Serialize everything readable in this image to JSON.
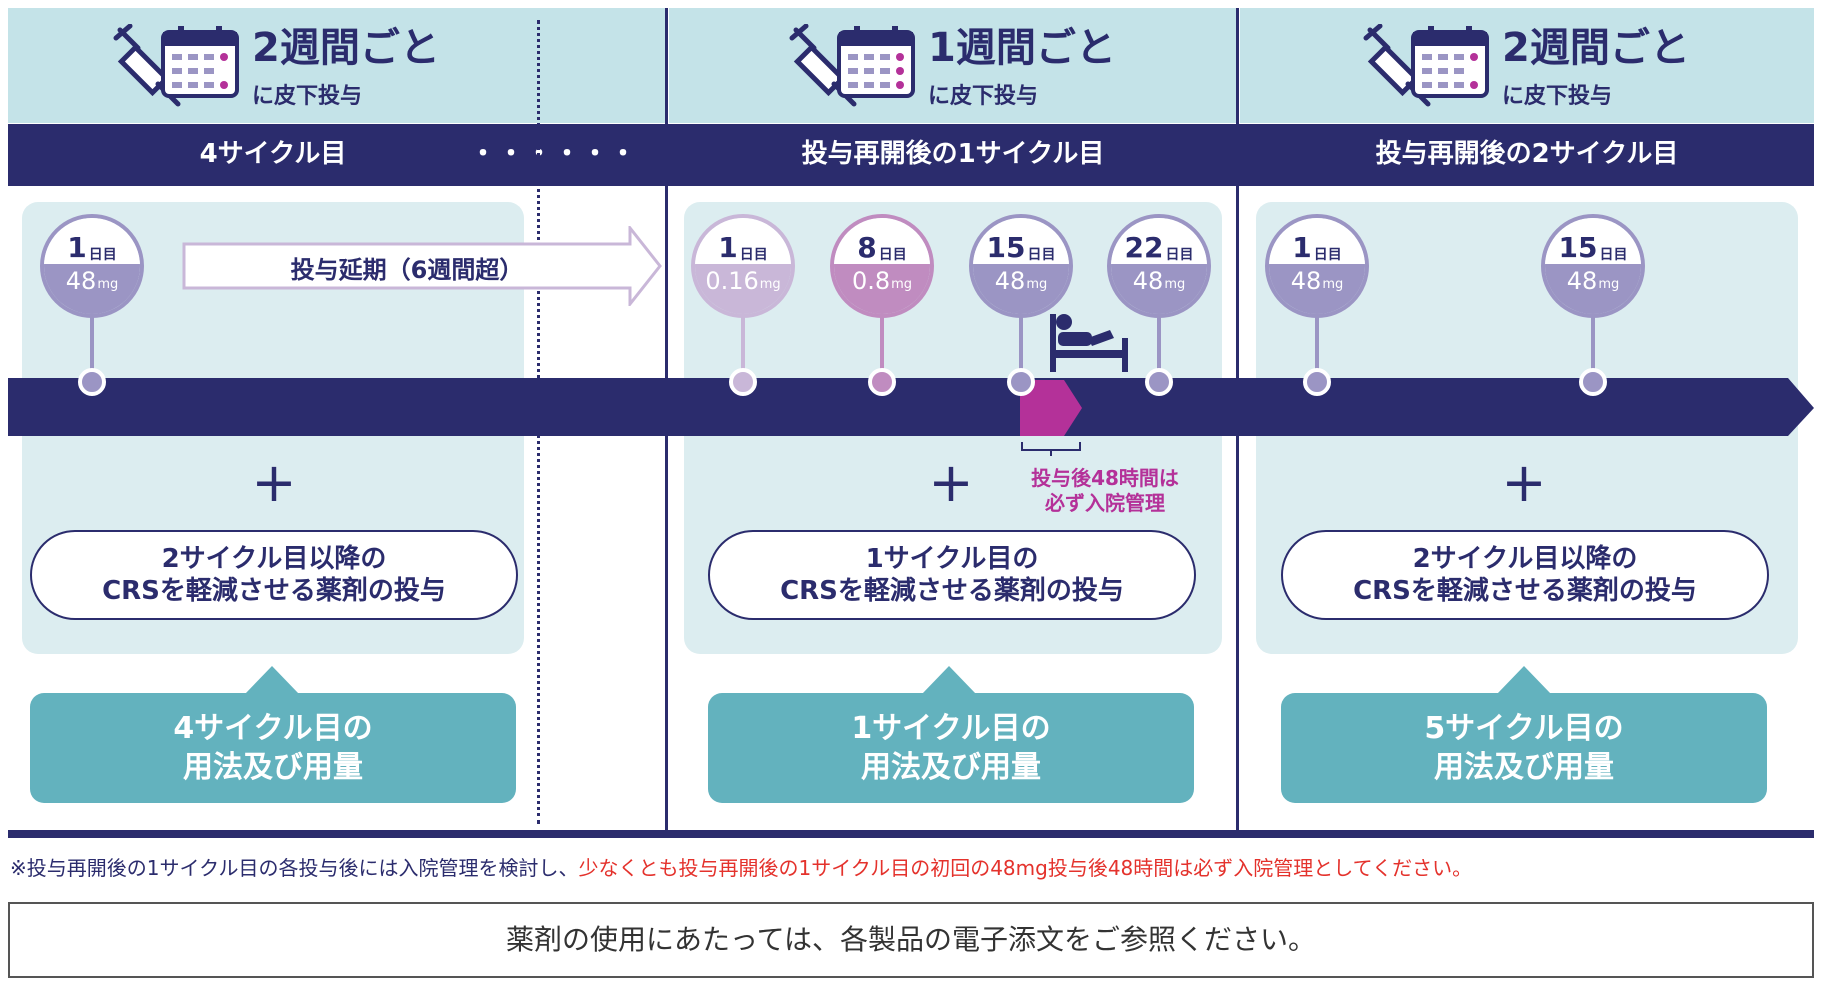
{
  "colors": {
    "navy": "#2b2c6d",
    "light_dose": "#c9b7d8",
    "mid_dose": "#c08cc0",
    "std_dose": "#9b95c4",
    "magenta": "#b43199",
    "teal": "#63b2be",
    "red": "#e4322c"
  },
  "headers": [
    {
      "title": "2週間ごと",
      "sub": "に皮下投与"
    },
    {
      "title": "1週間ごと",
      "sub": "に皮下投与"
    },
    {
      "title": "2週間ごと",
      "sub": "に皮下投与"
    }
  ],
  "bars": {
    "cycle4": "4サイクル目",
    "dots": "・・・・・・",
    "resume1": "投与再開後の1サイクル目",
    "resume2": "投与再開後の2サイクル目"
  },
  "delay_arrow": "投与延期（6週間超）",
  "doses": [
    {
      "day": "1",
      "unit": "日目",
      "amount": "48",
      "mg": "mg"
    },
    {
      "day": "1",
      "unit": "日目",
      "amount": "0.16",
      "mg": "mg"
    },
    {
      "day": "8",
      "unit": "日目",
      "amount": "0.8",
      "mg": "mg"
    },
    {
      "day": "15",
      "unit": "日目",
      "amount": "48",
      "mg": "mg"
    },
    {
      "day": "22",
      "unit": "日目",
      "amount": "48",
      "mg": "mg"
    },
    {
      "day": "1",
      "unit": "日目",
      "amount": "48",
      "mg": "mg"
    },
    {
      "day": "15",
      "unit": "日目",
      "amount": "48",
      "mg": "mg"
    }
  ],
  "hospital_note": {
    "line1": "投与後48時間は",
    "line2": "必ず入院管理"
  },
  "plus": "+",
  "pills": [
    {
      "line1": "2サイクル目以降の",
      "line2": "CRSを軽減させる薬剤の投与"
    },
    {
      "line1": "1サイクル目の",
      "line2": "CRSを軽減させる薬剤の投与"
    },
    {
      "line1": "2サイクル目以降の",
      "line2": "CRSを軽減させる薬剤の投与"
    }
  ],
  "teal_boxes": [
    {
      "line1": "4サイクル目の",
      "line2": "用法及び用量"
    },
    {
      "line1": "1サイクル目の",
      "line2": "用法及び用量"
    },
    {
      "line1": "5サイクル目の",
      "line2": "用法及び用量"
    }
  ],
  "footnote": {
    "black": "※投与再開後の1サイクル目の各投与後には入院管理を検討し、",
    "red": "少なくとも投与再開後の1サイクル目の初回の48mg投与後48時間は必ず入院管理としてください。"
  },
  "final_note": "薬剤の使用にあたっては、各製品の電子添文をご参照ください。"
}
